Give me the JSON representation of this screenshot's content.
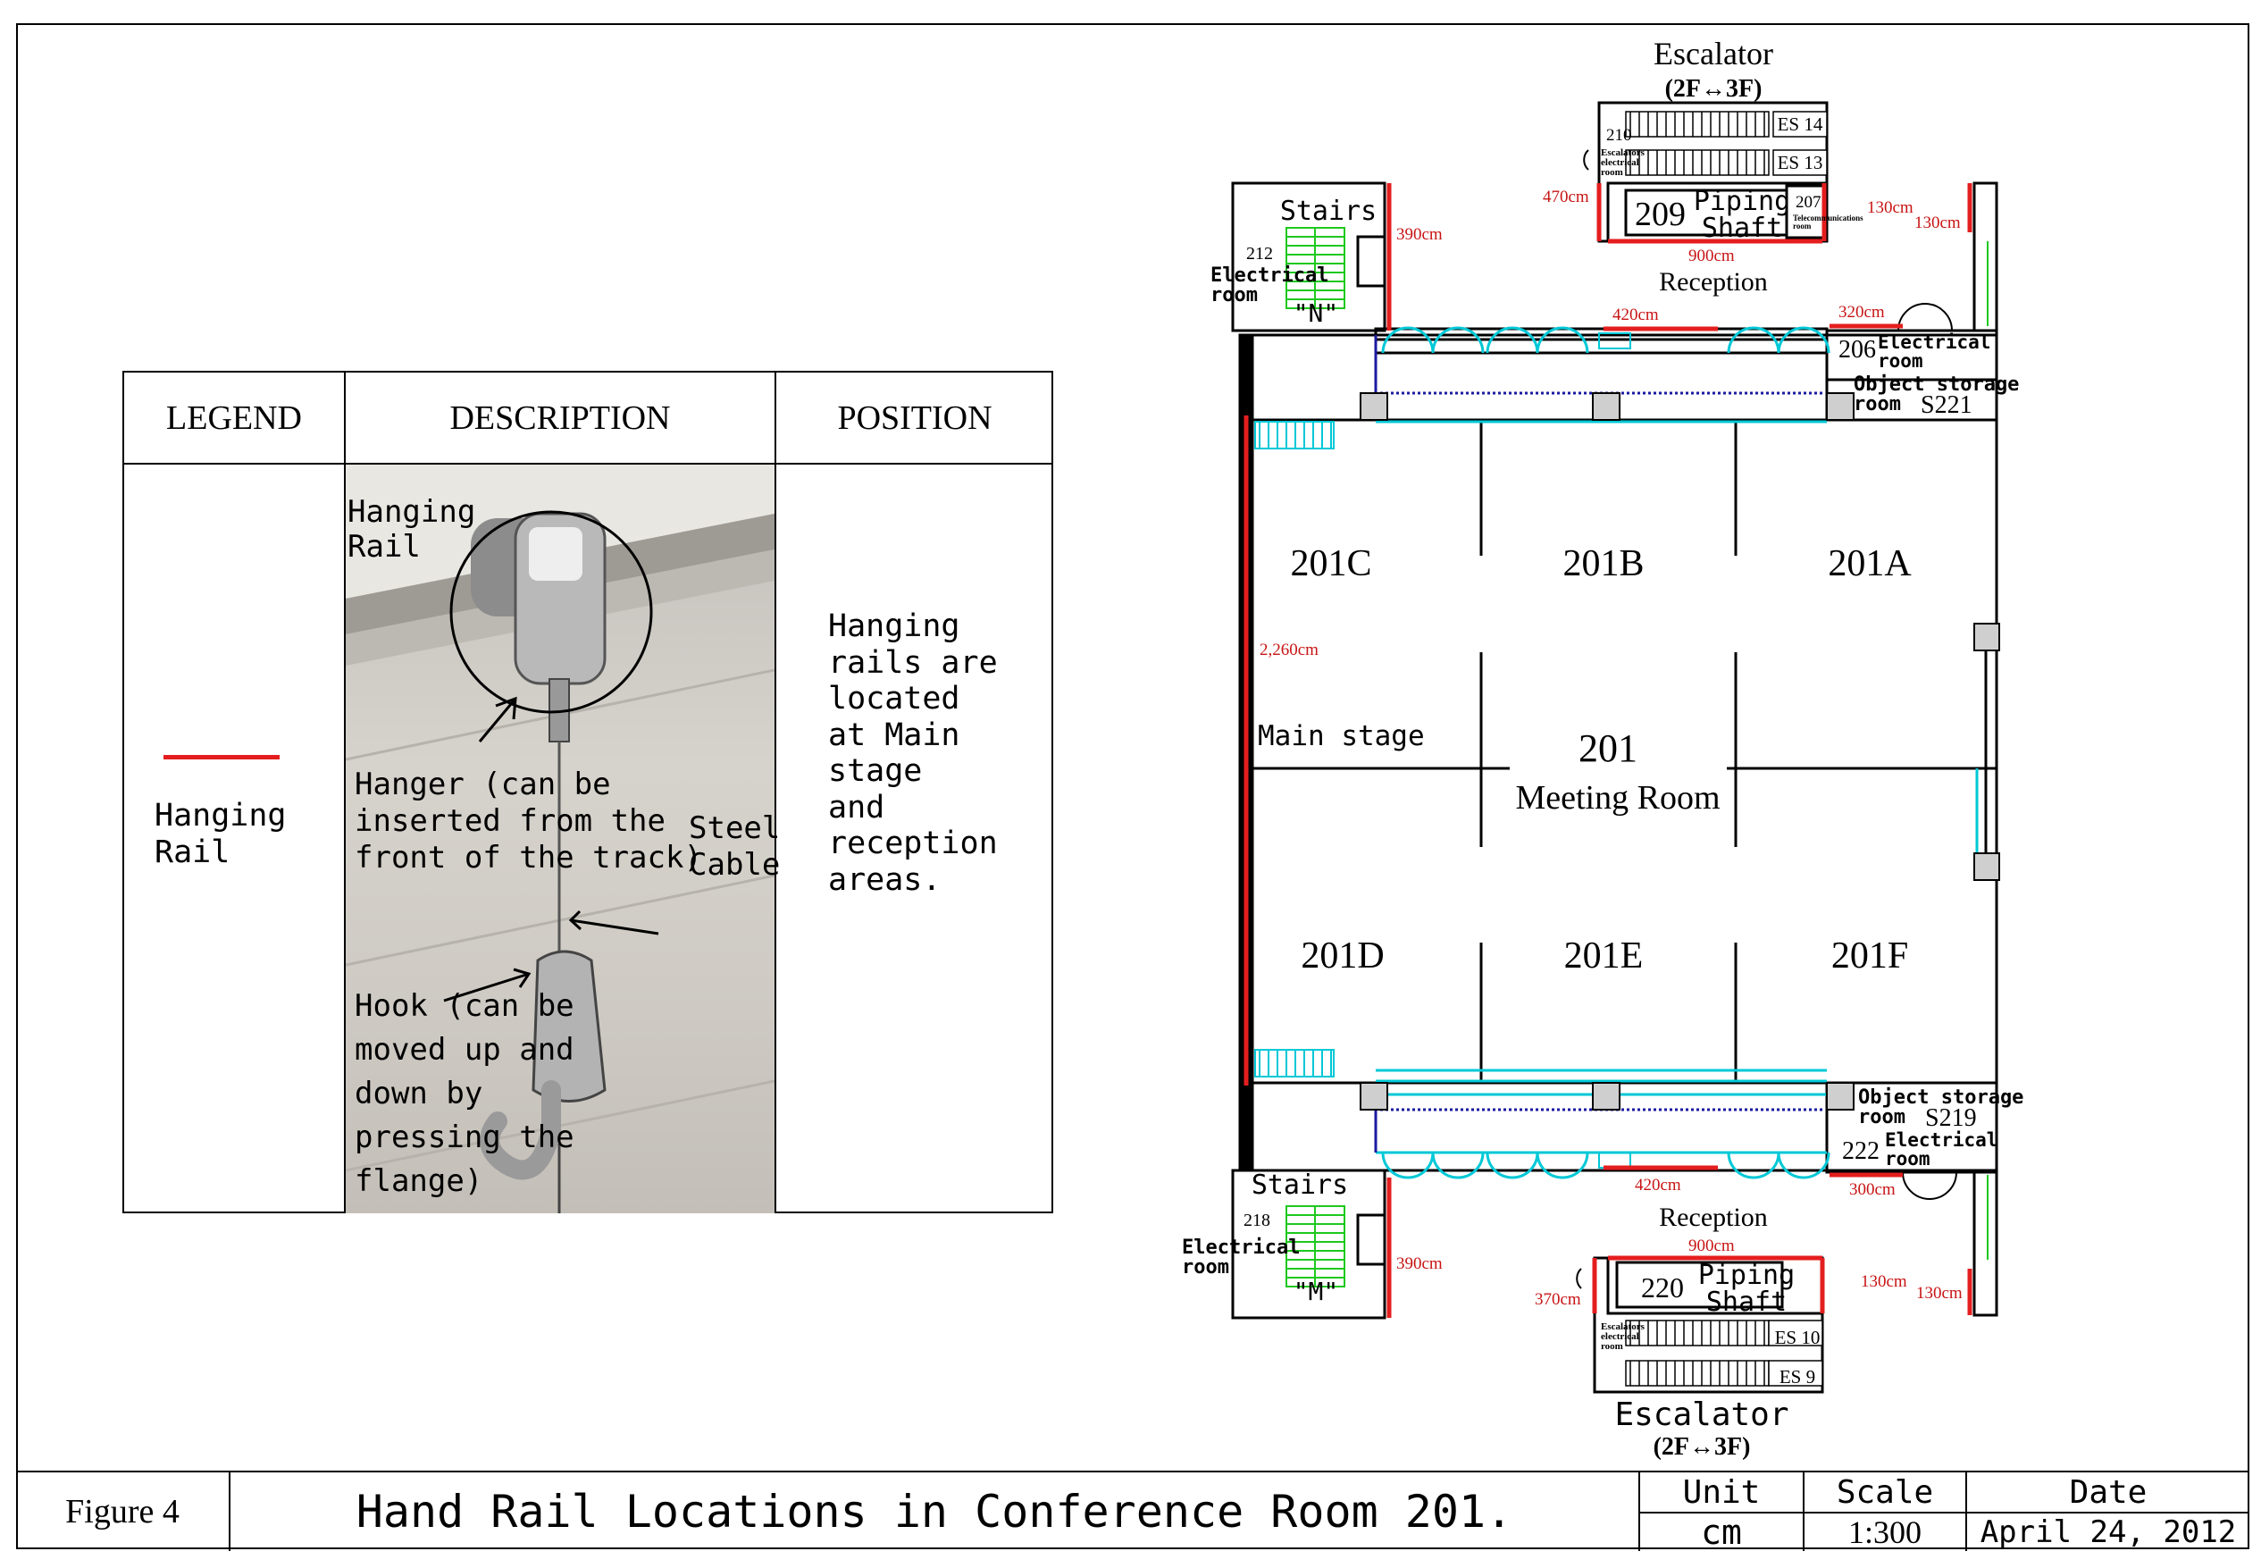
{
  "legend_table": {
    "headers": {
      "legend": "LEGEND",
      "description": "DESCRIPTION",
      "position": "POSITION"
    },
    "legend_item": {
      "label": "Hanging\nRail",
      "line_color": "#e41e1e"
    },
    "photo_labels": {
      "hanging_rail": "Hanging\nRail",
      "hanger": "Hanger (can be\ninserted from the\nfront of the track)",
      "steel_cable": "Steel\nCable",
      "hook": "Hook (can be\nmoved up and\ndown by\npressing the\nflange)"
    },
    "position_text": "Hanging\nrails are\nlocated\nat Main\nstage\nand\nreception\nareas."
  },
  "floor_plan": {
    "escalator_top": {
      "title": "Escalator",
      "subtitle": "(2F↔3F)",
      "es_a": "ES 14",
      "es_b": "ES 13"
    },
    "escalator_bottom": {
      "title": "Escalator",
      "subtitle": "(2F↔3F)",
      "es_a": "ES 10",
      "es_b": "ES 9"
    },
    "room_210": {
      "number": "210",
      "label": "Escalators\nelectrical\nroom"
    },
    "room_209": {
      "number": "209",
      "label": "Piping\nShaft"
    },
    "room_207": {
      "number": "207",
      "label": "Telecommunications\nroom"
    },
    "room_220": {
      "number": "220",
      "label": "Piping\nShaft"
    },
    "room_escalator_elec_bottom": {
      "label": "Escalators\nelectrical\nroom"
    },
    "stairs_n": {
      "label": "Stairs",
      "tag": "\"N\""
    },
    "stairs_m": {
      "label": "Stairs",
      "tag": "\"M\""
    },
    "room_212": {
      "number": "212",
      "label": "Electrical\nroom"
    },
    "room_218": {
      "number": "218",
      "label": "Electrical\nroom"
    },
    "room_206": {
      "number": "206",
      "label": "Electrical\nroom"
    },
    "room_s221": {
      "label": "Object storage\nroom",
      "number": "S221"
    },
    "room_s219": {
      "label": "Object storage\nroom",
      "number": "S219"
    },
    "room_222": {
      "number": "222",
      "label": "Electrical\nroom"
    },
    "reception_top": "Reception",
    "reception_bottom": "Reception",
    "sections": [
      "201C",
      "201B",
      "201A",
      "201D",
      "201E",
      "201F"
    ],
    "main_stage": "Main stage",
    "meeting_room": {
      "number": "201",
      "label": "Meeting Room"
    },
    "dimensions": {
      "d_470": "470cm",
      "d_900_top": "900cm",
      "d_130_a": "130cm",
      "d_130_b": "130cm",
      "d_390_top": "390cm",
      "d_420_top": "420cm",
      "d_320": "320cm",
      "d_2260": "2,260cm",
      "d_420_bottom": "420cm",
      "d_300": "300cm",
      "d_900_bottom": "900cm",
      "d_390_bottom": "390cm",
      "d_370": "370cm",
      "d_130_c": "130cm",
      "d_130_d": "130cm"
    },
    "colors": {
      "rail": "#e41e1e",
      "glass": "#00c8d7",
      "stairs": "#1ec81e",
      "curtain": "#1a1aa0"
    }
  },
  "title_block": {
    "figure": "Figure 4",
    "title": "Hand Rail Locations in Conference Room 201.",
    "unit_label": "Unit",
    "unit_value": "cm",
    "scale_label": "Scale",
    "scale_value": "1:300",
    "date_label": "Date",
    "date_value": "April 24, 2012"
  }
}
